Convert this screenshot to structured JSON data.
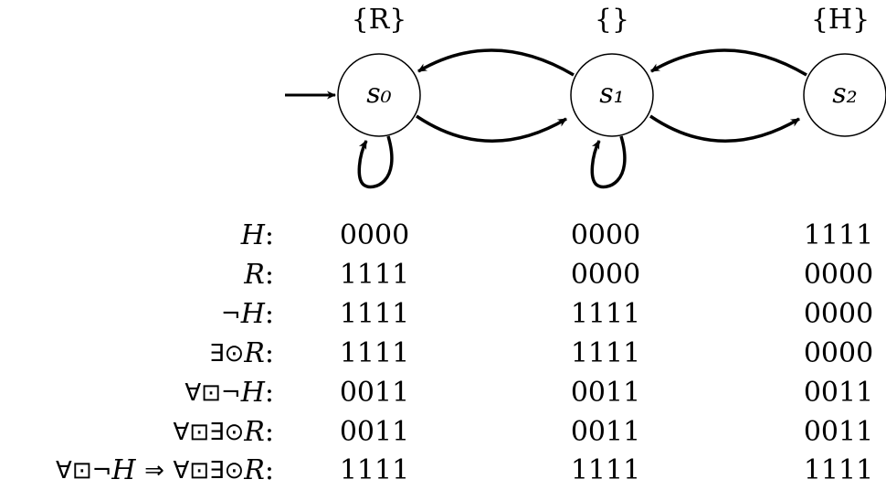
{
  "states": [
    {
      "id": "s0",
      "label": "s₀",
      "labels_set": "{R}",
      "self_loop": true,
      "initial": true
    },
    {
      "id": "s1",
      "label": "s₁",
      "labels_set": "{}",
      "self_loop": true,
      "initial": false
    },
    {
      "id": "s2",
      "label": "s₂",
      "labels_set": "{H}",
      "self_loop": false,
      "initial": false
    }
  ],
  "transitions": [
    {
      "from": "s0",
      "to": "s1"
    },
    {
      "from": "s1",
      "to": "s0"
    },
    {
      "from": "s1",
      "to": "s2"
    },
    {
      "from": "s2",
      "to": "s1"
    },
    {
      "from": "s0",
      "to": "s0"
    },
    {
      "from": "s1",
      "to": "s1"
    }
  ],
  "rows": [
    {
      "label": "H:",
      "values": [
        "0000",
        "0000",
        "1111"
      ]
    },
    {
      "label": "R:",
      "values": [
        "1111",
        "0000",
        "0000"
      ]
    },
    {
      "label": "¬H:",
      "values": [
        "1111",
        "1111",
        "0000"
      ]
    },
    {
      "label": "∃⊙R:",
      "values": [
        "1111",
        "1111",
        "0000"
      ]
    },
    {
      "label": "∀⊡¬H:",
      "values": [
        "0011",
        "0011",
        "0011"
      ]
    },
    {
      "label": "∀⊡∃⊙R:",
      "values": [
        "0011",
        "0011",
        "0011"
      ]
    },
    {
      "label": "∀⊡¬H ⇒ ∀⊡∃⊙R:",
      "values": [
        "1111",
        "1111",
        "1111"
      ]
    }
  ]
}
